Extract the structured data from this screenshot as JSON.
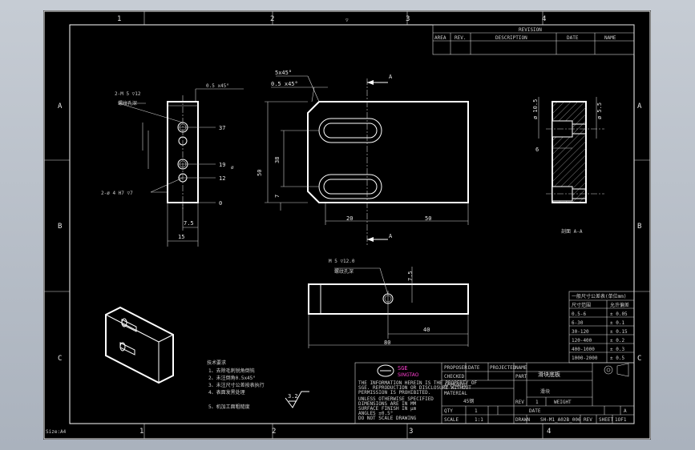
{
  "zones": {
    "top": [
      "1",
      "2",
      "3",
      "4"
    ],
    "bottom": [
      "1",
      "2",
      "3",
      "4"
    ],
    "left": [
      "A",
      "B",
      "C"
    ],
    "right": [
      "A",
      "B",
      "C"
    ]
  },
  "sheet_size": "Size:A4",
  "revision": {
    "title": "REVISION",
    "headers": [
      "AREA",
      "REV.",
      "DESCRIPTION",
      "DATE",
      "NAME"
    ]
  },
  "views": {
    "section_marker": "A",
    "section_label": "剖面 A-A"
  },
  "side_view": {
    "chamfer": "0.5 x45°",
    "hole_callout": "2-M 5 ▽12",
    "hole_note": "螺纹孔深",
    "pin_callout": "2-ø 4 H7 ▽7",
    "ordinates": [
      "37",
      "19",
      "12",
      "0"
    ],
    "side_mark": "ø",
    "width_small": "7.5",
    "width": "15"
  },
  "front_view": {
    "chamfer_large": "5x45°",
    "chamfer_small": "0.5 x45°",
    "height": "50",
    "slot_pitch": "38",
    "slot_offset": "7",
    "x_offset": "20",
    "x_length": "50"
  },
  "section_view": {
    "dia_a": "ø 10.5",
    "dia_b": "ø 5.5",
    "depth": "6"
  },
  "bottom_view": {
    "callout": "M 5 ▽12.0",
    "note": "螺纹孔深",
    "height": "7.5",
    "hole_pos": "40",
    "length": "80"
  },
  "tolerance_table": {
    "title": "一般尺寸公差表(单位mm)",
    "headers": [
      "尺寸范围",
      "允许偏差"
    ],
    "rows": [
      [
        "0.5-6",
        "± 0.05"
      ],
      [
        "6-30",
        "± 0.1"
      ],
      [
        "30-120",
        "± 0.15"
      ],
      [
        "120-400",
        "± 0.2"
      ],
      [
        "400-1000",
        "± 0.3"
      ],
      [
        "1000-2000",
        "± 0.5"
      ]
    ]
  },
  "tech_requirements": {
    "title": "技术要求",
    "items": [
      "1、去除毛刺锐角倒钝",
      "2、未注倒角0.5x45°",
      "3、未注尺寸公差按表执行",
      "4、表面发黑处理"
    ],
    "footer": "5、机加工面粗糙度"
  },
  "surface_finish": "3.2",
  "title_block": {
    "logo": "SGE",
    "logo_sub": "SINGTAO",
    "notes": [
      "THE INFORMATION HEREIN IS THE PROPERTY OF",
      "SGE. REPRODUCTION OR DISCLOSURE WITHOUT",
      "PERMISSION IS PROHIBITED.",
      "UNLESS OTHERWISE SPECIFIED",
      "DIMENSIONS ARE IN MM",
      "SURFACE FINISH IN μm",
      "ANGLES ±0.5°",
      "DO NOT SCALE DRAWING"
    ],
    "labels": {
      "proposer": "PROPOSER",
      "date": "DATE",
      "projected": "PROJECTED",
      "checked": "CHECKED",
      "approved": "APPROVED",
      "material": "MATERIAL",
      "qty": "QTY",
      "scale": "SCALE",
      "drawn": "DRAWN",
      "rev": "REV",
      "sheet": "SHEET",
      "name": "NAME",
      "part": "PART",
      "rev_label": "REV",
      "weight": "WEIGHT"
    },
    "name_value": "滑块底板",
    "part_value": "滑块",
    "material_value": "45钢",
    "qty_value": "1",
    "scale_value": "1:1",
    "rev_value": "1",
    "drawing_no": "SH-M1_A02B_006",
    "rev_letter": "A",
    "sheet_value": "1OF1"
  }
}
